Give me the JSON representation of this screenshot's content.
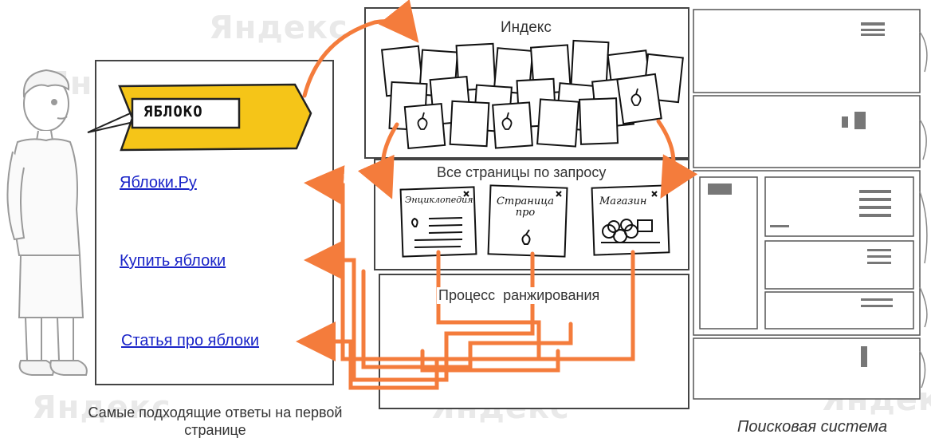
{
  "query": "ЯБЛОКО",
  "sections": {
    "index": "Индекс",
    "all_pages": "Все страницы по запросу",
    "ranking": "Процесс  ранжирования"
  },
  "results": [
    {
      "label": "Яблоки.Ру"
    },
    {
      "label": "Купить яблоки"
    },
    {
      "label": "Статья про яблоки"
    }
  ],
  "cards": [
    {
      "label": "Энциклопедия"
    },
    {
      "label": "Страница про"
    },
    {
      "label": "Магазин"
    }
  ],
  "captions": {
    "results": "Самые подходящие ответы на первой странице",
    "search_system": "Поисковая система"
  },
  "watermark": "Яндекс",
  "colors": {
    "accent": "#f47c3c",
    "query_tag": "#f5c518",
    "link": "#1a24c8"
  }
}
